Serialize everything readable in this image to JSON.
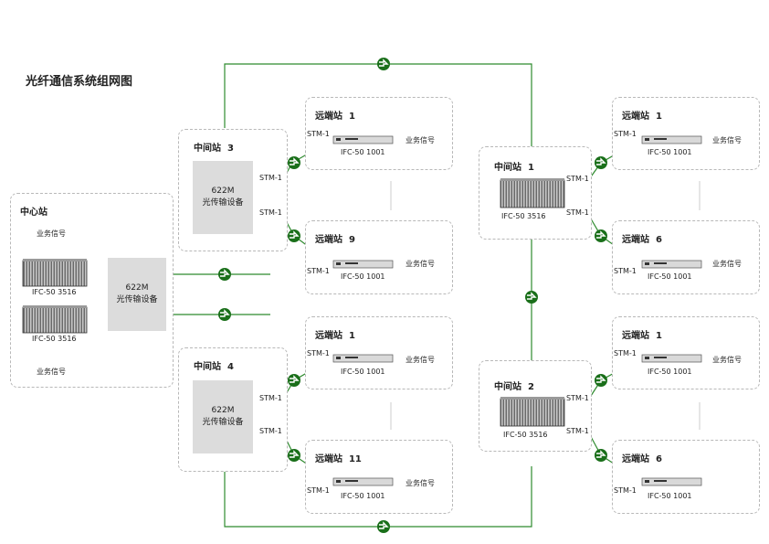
{
  "title": "光纤通信系统组网图",
  "center": {
    "name": "中心站",
    "signal_top": "业务信号",
    "signal_bottom": "业务信号",
    "device_top": "IFC-50 3516",
    "device_bottom": "IFC-50 3516",
    "opt_line1": "622M",
    "opt_line2": "光传输设备"
  },
  "mid3": {
    "name": "中间站",
    "num": "3",
    "opt_line1": "622M",
    "opt_line2": "光传输设备",
    "stm_a": "STM-1",
    "stm_b": "STM-1"
  },
  "mid4": {
    "name": "中间站",
    "num": "4",
    "opt_line1": "622M",
    "opt_line2": "光传输设备",
    "stm_a": "STM-1",
    "stm_b": "STM-1"
  },
  "mid1": {
    "name": "中间站",
    "num": "1",
    "device": "IFC-50 3516",
    "stm_a": "STM-1",
    "stm_b": "STM-1"
  },
  "mid2": {
    "name": "中间站",
    "num": "2",
    "device": "IFC-50 3516",
    "stm_a": "STM-1",
    "stm_b": "STM-1"
  },
  "remotes": [
    {
      "name": "远端站",
      "num": "1",
      "stm": "STM-1",
      "device": "IFC-50 1001",
      "signal": "业务信号"
    },
    {
      "name": "远端站",
      "num": "9",
      "stm": "STM-1",
      "device": "IFC-50 1001",
      "signal": "业务信号"
    },
    {
      "name": "远端站",
      "num": "1",
      "stm": "STM-1",
      "device": "IFC-50 1001",
      "signal": "业务信号"
    },
    {
      "name": "远端站",
      "num": "11",
      "stm": "STM-1",
      "device": "IFC-50 1001",
      "signal": "业务信号"
    },
    {
      "name": "远端站",
      "num": "1",
      "stm": "STM-1",
      "device": "IFC-50 1001",
      "signal": "业务信号"
    },
    {
      "name": "远端站",
      "num": "6",
      "stm": "STM-1",
      "device": "IFC-50 1001",
      "signal": "业务信号"
    },
    {
      "name": "远端站",
      "num": "1",
      "stm": "STM-1",
      "device": "IFC-50 1001",
      "signal": "业务信号"
    },
    {
      "name": "远端站",
      "num": "6",
      "stm": "STM-1",
      "device": "IFC-50 1001",
      "signal": ""
    }
  ],
  "colors": {
    "fiber": "#2e8b2e",
    "connector": "#1a6f1a",
    "link": "#2a2a9a",
    "equipment": "#dcdcdc"
  }
}
